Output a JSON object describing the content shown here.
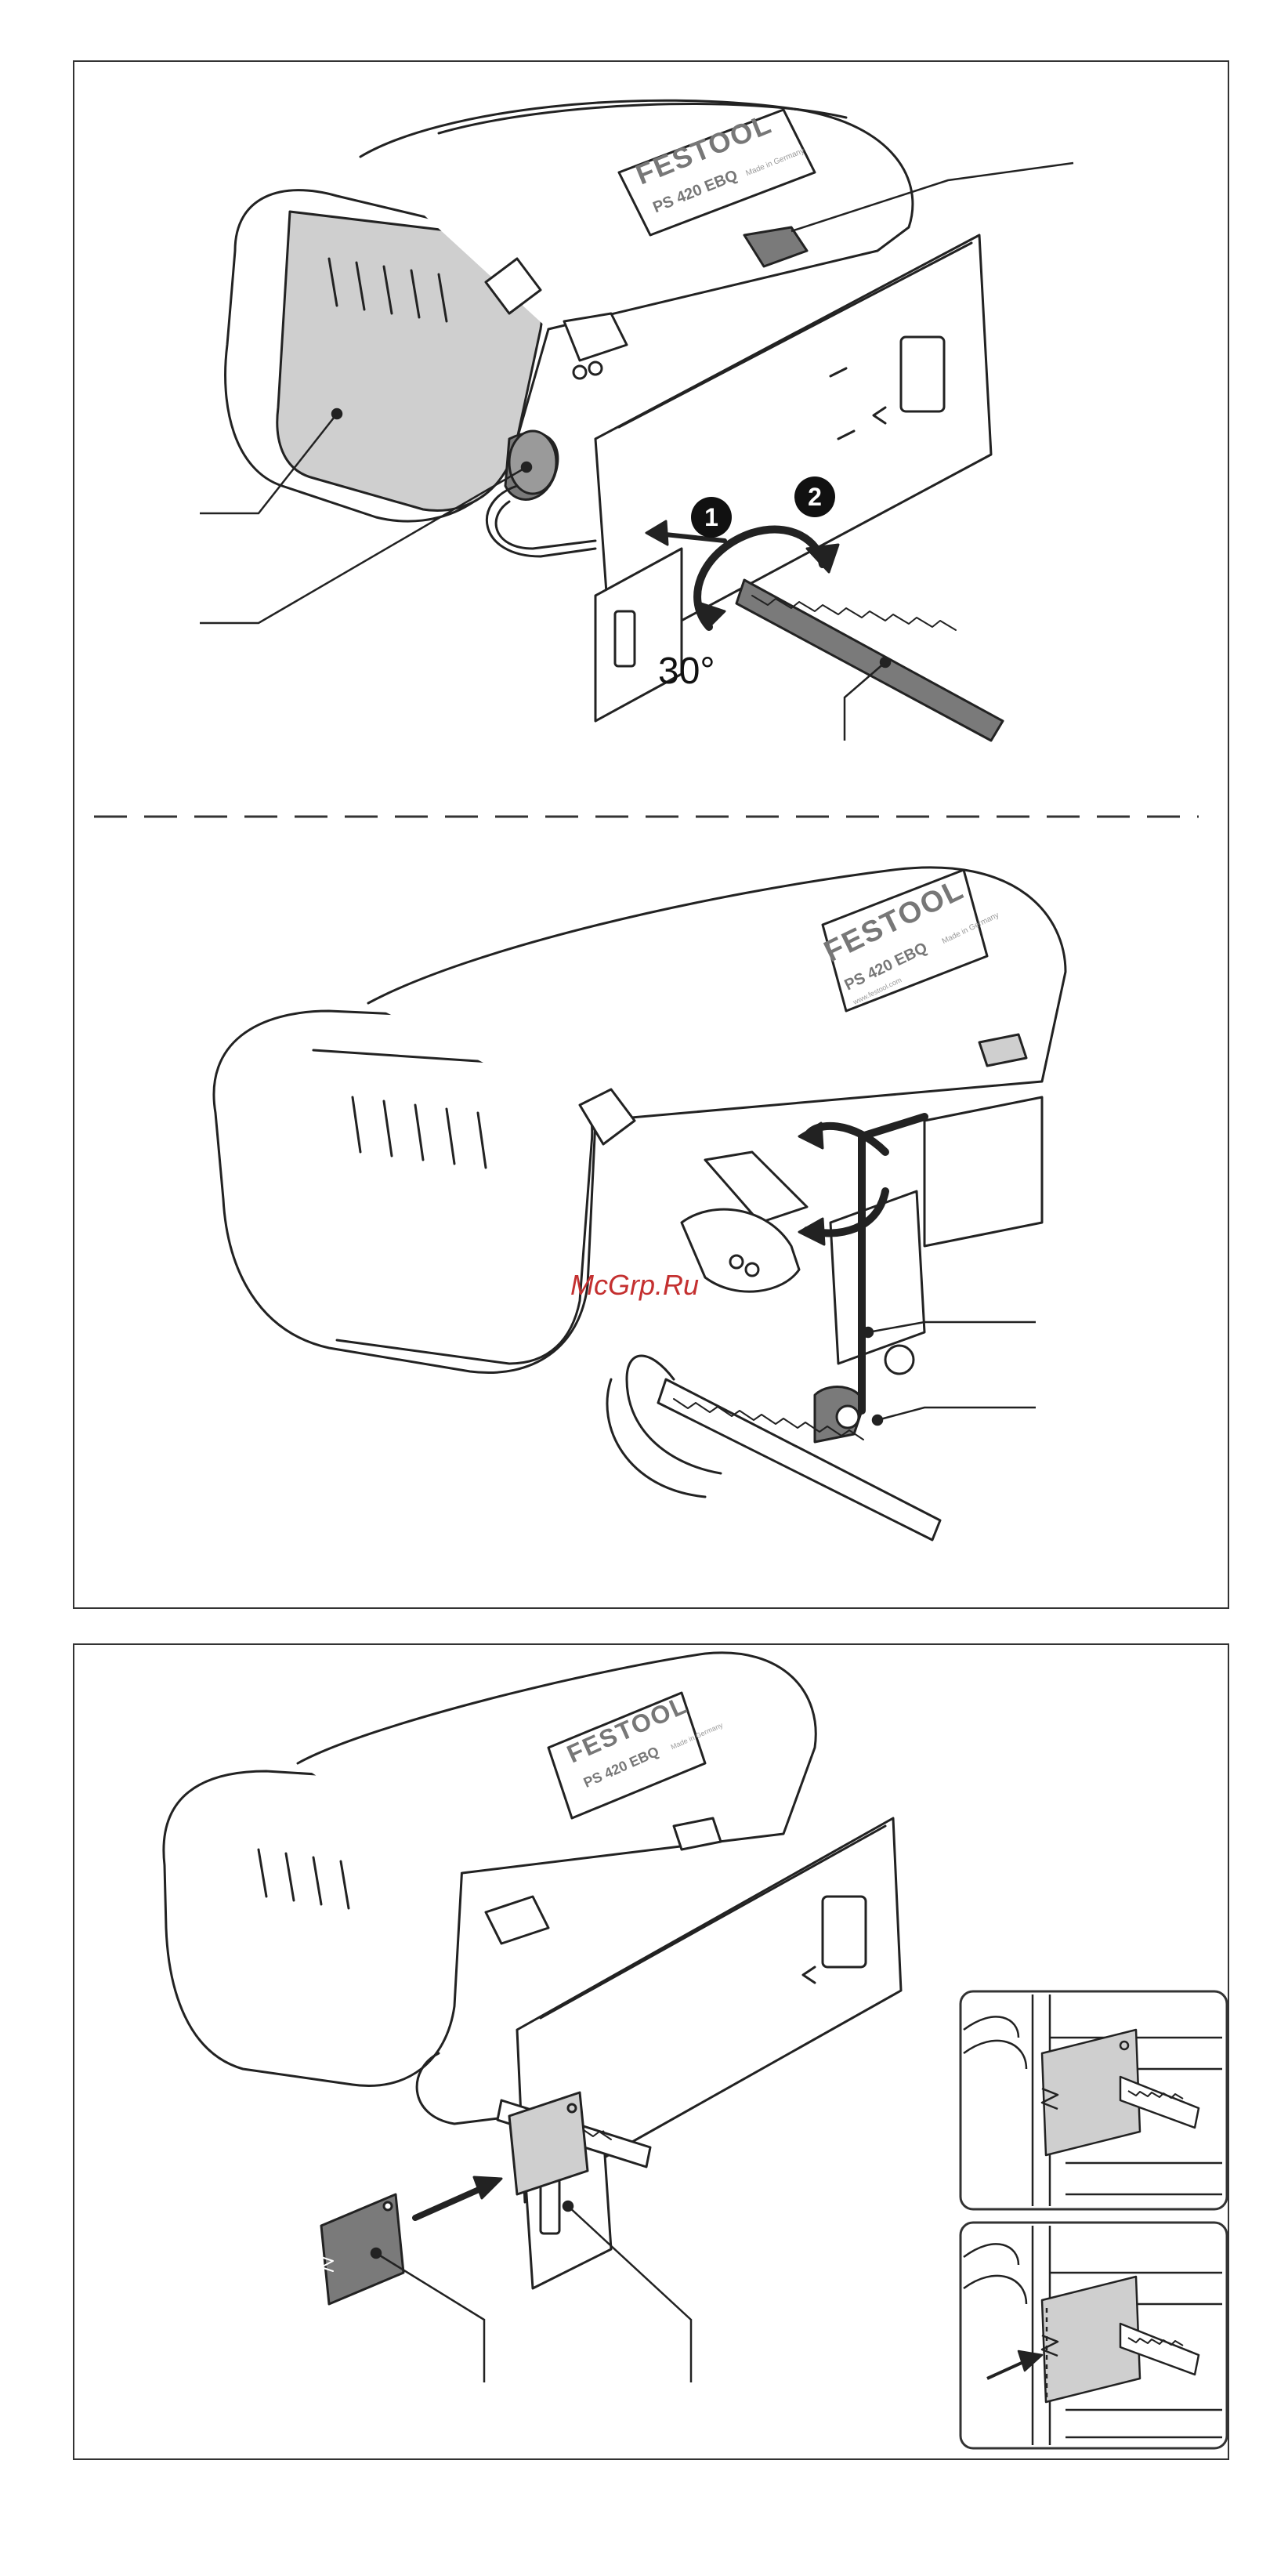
{
  "document": {
    "brand": "FESTOOL",
    "model": "PS 420 EBQ",
    "made_in": "Made in Germany",
    "website": "www.festool.com",
    "angle_label": "30°",
    "step_markers": [
      "1",
      "2"
    ],
    "watermark": "McGrp.Ru"
  },
  "colors": {
    "line": "#222222",
    "shade": "#cfcfcf",
    "dark_part": "#7a7a7a",
    "frame": "#333333",
    "watermark": "#c43030"
  },
  "icons": {
    "step_1": "filled-circle-numeral-1",
    "step_2": "filled-circle-numeral-2",
    "rotate": "curved-rotate-arrow",
    "push": "straight-push-arrow"
  }
}
